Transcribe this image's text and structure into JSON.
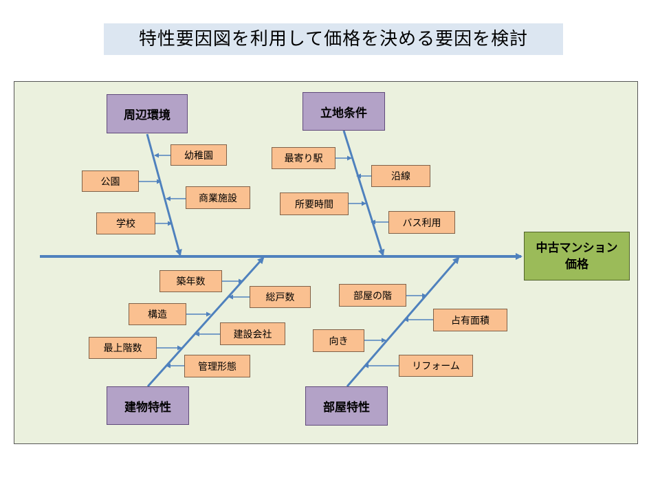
{
  "title": "特性要因図を利用して価格を決める要因を検討",
  "effect": {
    "label": "中古マンション価格"
  },
  "categories": [
    {
      "label": "周辺環境",
      "factors": [
        "幼稚園",
        "公園",
        "商業施設",
        "学校"
      ]
    },
    {
      "label": "立地条件",
      "factors": [
        "最寄り駅",
        "沿線",
        "所要時間",
        "バス利用"
      ]
    },
    {
      "label": "建物特性",
      "factors": [
        "築年数",
        "総戸数",
        "構造",
        "建設会社",
        "最上階数",
        "管理形態"
      ]
    },
    {
      "label": "部屋特性",
      "factors": [
        "部屋の階",
        "占有面積",
        "向き",
        "リフォーム"
      ]
    }
  ],
  "colors": {
    "background_panel": "#ebf1de",
    "line": "#4f81bd",
    "category_box": "#b3a2c7",
    "factor_box": "#fac090",
    "effect_box": "#9bbb59",
    "title_band": "#dce6f1"
  }
}
